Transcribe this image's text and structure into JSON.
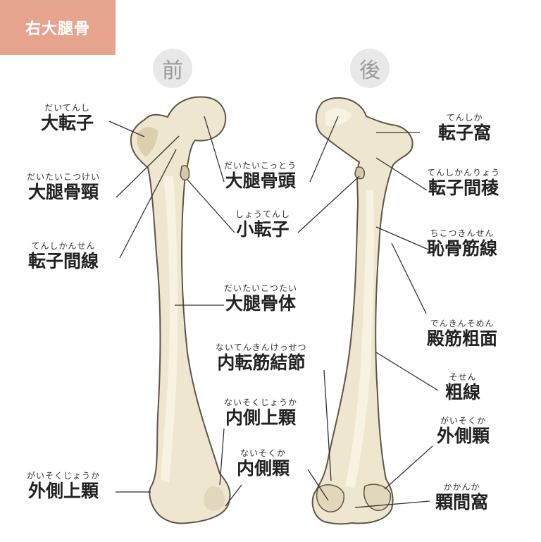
{
  "title": "右大腿骨",
  "views": {
    "front": "前",
    "back": "後"
  },
  "colors": {
    "badge": "#e6a48f",
    "bone": "#efe6cf",
    "bone_shadow": "#d6c9a8",
    "bone_outline": "#5d5548",
    "leader": "#333333"
  },
  "labels": {
    "greater_trochanter": {
      "ruby": "だいてんし",
      "term": "大転子"
    },
    "femoral_neck": {
      "ruby": "だいたいこつけい",
      "term": "大腿骨頸"
    },
    "intertrochanteric_line": {
      "ruby": "てんしかんせん",
      "term": "転子間線"
    },
    "lateral_epicondyle": {
      "ruby": "がいそくじょうか",
      "term": "外側上顆"
    },
    "femoral_head": {
      "ruby": "だいたいこっとう",
      "term": "大腿骨頭"
    },
    "lesser_trochanter": {
      "ruby": "しょうてんし",
      "term": "小転子"
    },
    "femoral_shaft": {
      "ruby": "だいたいこつたい",
      "term": "大腿骨体"
    },
    "adductor_tubercle": {
      "ruby": "ないてんきんけっせつ",
      "term": "内転筋結節"
    },
    "medial_epicondyle": {
      "ruby": "ないそくじょうか",
      "term": "内側上顆"
    },
    "medial_condyle": {
      "ruby": "ないそくか",
      "term": "内側顆"
    },
    "trochanteric_fossa": {
      "ruby": "てんしか",
      "term": "転子窩"
    },
    "intertrochanteric_crest": {
      "ruby": "てんしかんりょう",
      "term": "転子間稜"
    },
    "pectineal_line": {
      "ruby": "ちこつきんせん",
      "term": "恥骨筋線"
    },
    "gluteal_tuberosity": {
      "ruby": "でんきんそめん",
      "term": "殿筋粗面"
    },
    "linea_aspera": {
      "ruby": "そせん",
      "term": "粗線"
    },
    "lateral_condyle": {
      "ruby": "がいそくか",
      "term": "外側顆"
    },
    "intercondylar_fossa": {
      "ruby": "かかんか",
      "term": "顆間窩"
    }
  }
}
